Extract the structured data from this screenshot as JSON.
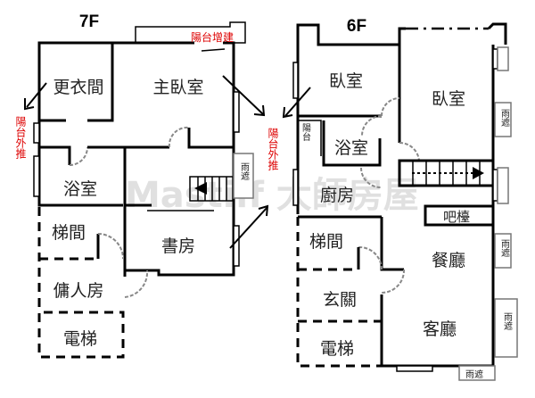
{
  "floors": {
    "f7": {
      "label": "7F",
      "rooms": {
        "closet": "更衣間",
        "master_bedroom": "主臥室",
        "bathroom": "浴室",
        "stairwell": "梯間",
        "study": "書房",
        "maid_room": "傭人房",
        "elevator": "電梯",
        "awning": "雨遮"
      },
      "notes": {
        "balcony_addition": "陽台增建",
        "balcony_extended_left": "陽台外推",
        "balcony_extended_right": "陽台外推"
      }
    },
    "f6": {
      "label": "6F",
      "rooms": {
        "bedroom_left": "臥室",
        "bedroom_right": "臥室",
        "balcony": "陽台",
        "bathroom": "浴室",
        "kitchen": "廚房",
        "bar": "吧檯",
        "stairwell": "梯間",
        "dining": "餐廳",
        "foyer": "玄關",
        "living": "客廳",
        "elevator": "電梯",
        "awning_1": "雨遮",
        "awning_2": "雨遮",
        "awning_3": "雨遮",
        "awning_4": "雨遮"
      }
    }
  },
  "watermark": "Mastiff 大師房屋"
}
